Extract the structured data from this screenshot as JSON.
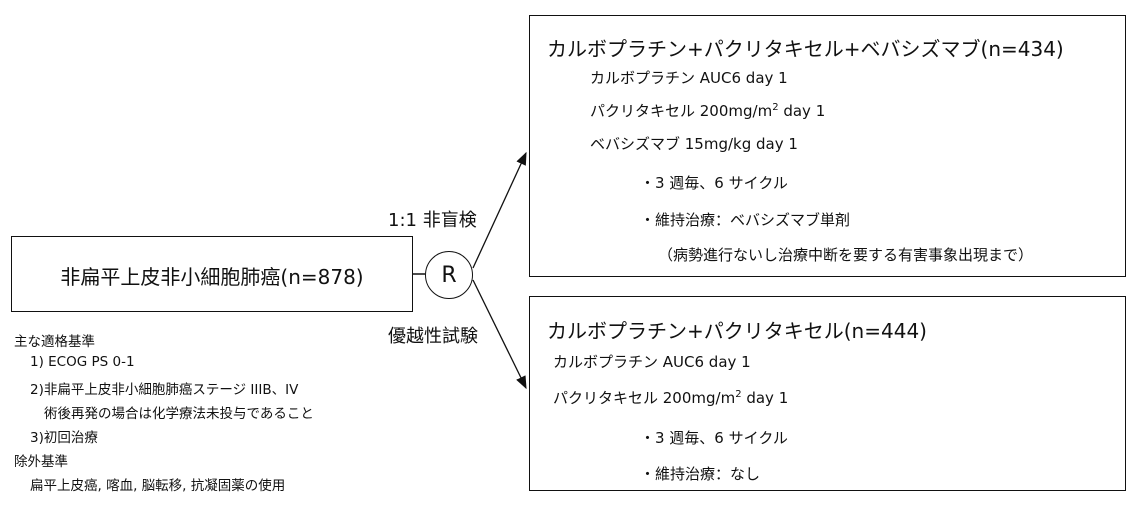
{
  "population": {
    "label": "非扁平上皮非小細胞肺癌(n=878)"
  },
  "randomization": {
    "symbol": "R"
  },
  "design": {
    "upper_label": "1:1 非盲検",
    "lower_label": "優越性試験"
  },
  "arm_a": {
    "title": "カルボプラチン+パクリタキセル+ベバシズマブ(n=434)",
    "drug1": "カルボプラチン AUC6 day 1",
    "drug2_pre": "パクリタキセル 200mg/m",
    "drug2_sup": "2",
    "drug2_post": " day 1",
    "drug3": "ベバシズマブ 15mg/kg day 1",
    "schedule": "・3 週毎、6 サイクル",
    "maintenance": "・維持治療：ベバシズマブ単剤",
    "maintenance_note": "（病勢進行ないし治療中断を要する有害事象出現まで）"
  },
  "arm_b": {
    "title": "カルボプラチン+パクリタキセル(n=444)",
    "drug1": "カルボプラチン AUC6 day 1",
    "drug2_pre": "パクリタキセル 200mg/m",
    "drug2_sup": "2",
    "drug2_post": " day 1",
    "schedule": "・3 週毎、6 サイクル",
    "maintenance": "・維持治療：なし"
  },
  "criteria": {
    "inclusion_header": "主な適格基準",
    "inclusion": [
      "1) ECOG PS 0-1",
      "2)非扁平上皮非小細胞肺癌ステージ IIIB、IV",
      "術後再発の場合は化学療法未投与であること",
      "3)初回治療"
    ],
    "exclusion_header": "除外基準",
    "exclusion": [
      "扁平上皮癌, 喀血, 脳転移, 抗凝固薬の使用"
    ]
  },
  "colors": {
    "line": "#111111",
    "background": "#ffffff"
  }
}
